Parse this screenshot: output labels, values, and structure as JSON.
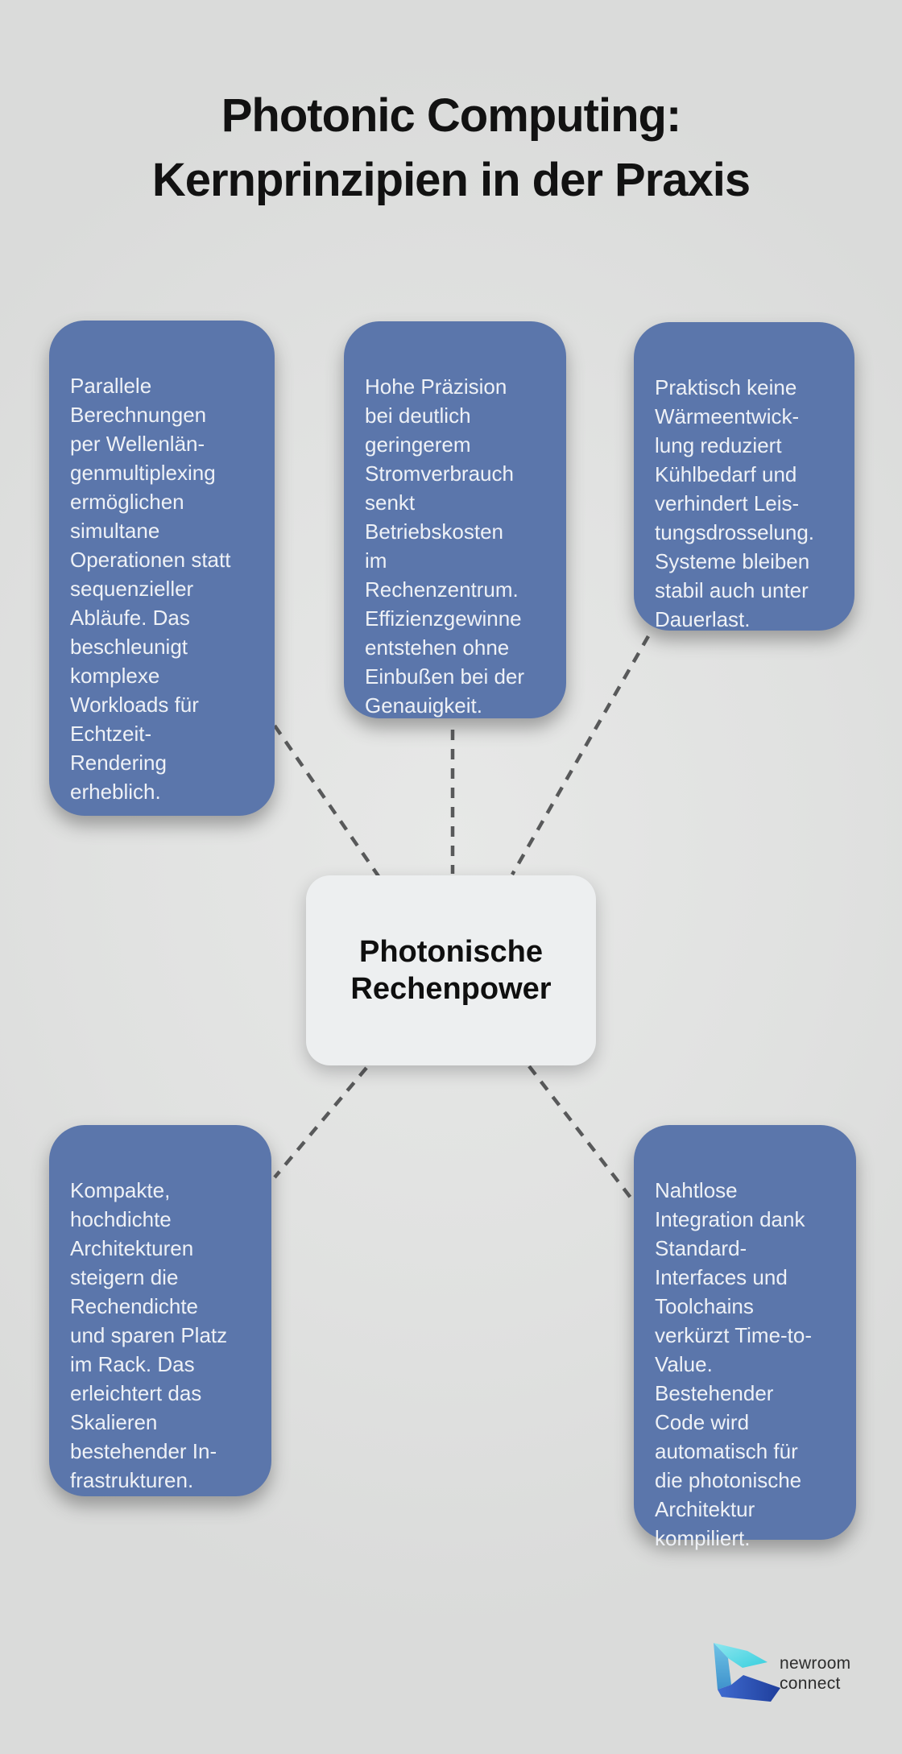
{
  "title": {
    "text": "Photonic Computing:\nKernprinzipien in der Praxis"
  },
  "center_node": {
    "label": "Photonische\nRechenpower"
  },
  "nodes": [
    {
      "id": "parallelism",
      "text": "Parallele\nBerechnungen\nper Wellenlän-\ngenmultiplexing\nermöglichen\nsimultane\nOperationen statt\nsequenzieller\nAbläufe. Das\nbeschleunigt\nkomplexe\nWorkloads für\nEchtzeit-\nRendering\nerheblich."
    },
    {
      "id": "efficiency",
      "text": "Hohe Präzision\nbei deutlich\ngeringerem\nStromverbrauch\nsenkt\nBetriebskosten\nim\nRechenzentrum.\nEffizienzgewinne\nentstehen ohne\nEinbußen bei der\nGenauigkeit."
    },
    {
      "id": "thermal",
      "text": "Praktisch keine\nWärmeentwick-\nlung reduziert\nKühlbedarf und\nverhindert Leis-\ntungsdrosselung.\nSysteme bleiben\nstabil auch unter\nDauerlast."
    },
    {
      "id": "density",
      "text": "Kompakte,\nhochdichte\nArchitekturen\nsteigern die\nRechendichte\nund sparen Platz\nim Rack. Das\nerleichtert das\nSkalieren\nbestehender In-\nfrastrukturen."
    },
    {
      "id": "integration",
      "text": "Nahtlose\nIntegration dank\nStandard-\nInterfaces und\nToolchains\nverkürzt Time-to-\nValue.\nBestehender\nCode wird\nautomatisch für\ndie photonische\nArchitektur\nkompiliert."
    }
  ],
  "logo": {
    "text": "newroom\nconnect"
  },
  "colors": {
    "background": "#e0e1e0",
    "node_fill": "#5b76ab",
    "node_text": "#eef1f6",
    "center_fill": "#edeff0",
    "connector": "#58595a",
    "title_text": "#121212",
    "logo_teal": "#38cfde",
    "logo_light_blue": "#3f92cc",
    "logo_dark_blue": "#1f3e9b"
  }
}
